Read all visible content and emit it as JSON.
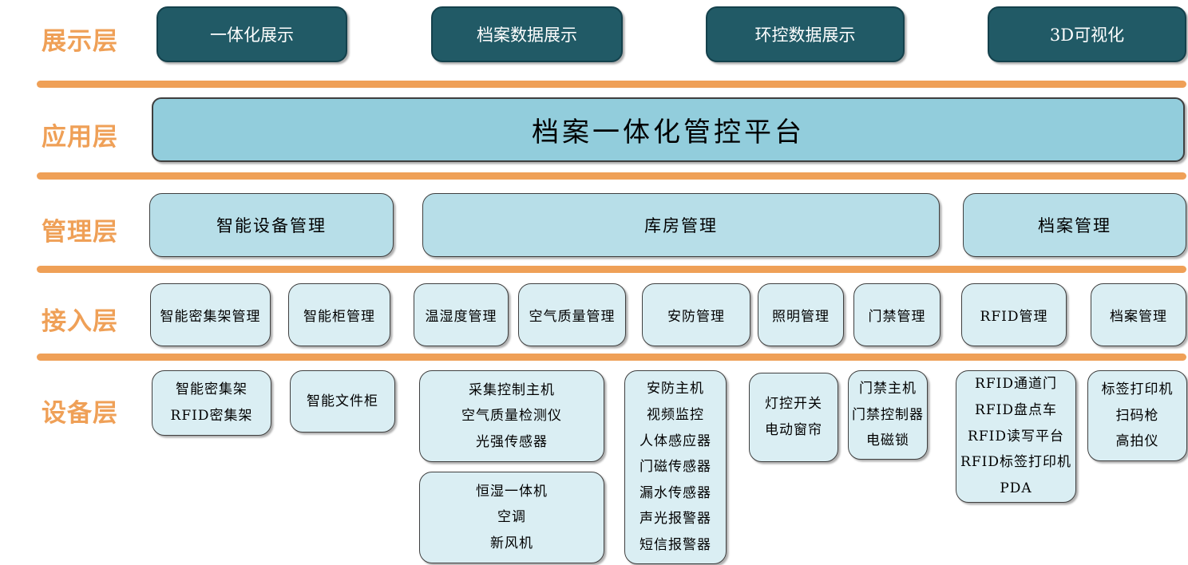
{
  "colors": {
    "orange": "#EFA057",
    "dark_teal": "#215A66",
    "app_blue": "#92CDDC",
    "mid_blue": "#B7DEE8",
    "light_blue": "#DAEEF3",
    "box_border": "#3F3F3F",
    "dark_text": "#FFFFFF",
    "light_text": "#000000"
  },
  "layers": [
    {
      "id": "display",
      "label": "展示层",
      "boxes": [
        {
          "text": "一体化展示"
        },
        {
          "text": "档案数据展示"
        },
        {
          "text": "环控数据展示"
        },
        {
          "text": "3D可视化"
        }
      ]
    },
    {
      "id": "application",
      "label": "应用层",
      "boxes": [
        {
          "text": "档案一体化管控平台"
        }
      ]
    },
    {
      "id": "management",
      "label": "管理层",
      "boxes": [
        {
          "text": "智能设备管理"
        },
        {
          "text": "库房管理"
        },
        {
          "text": "档案管理"
        }
      ]
    },
    {
      "id": "access",
      "label": "接入层",
      "boxes": [
        {
          "text": "智能密集架管理"
        },
        {
          "text": "智能柜管理"
        },
        {
          "text": "温湿度管理"
        },
        {
          "text": "空气质量管理"
        },
        {
          "text": "安防管理"
        },
        {
          "text": "照明管理"
        },
        {
          "text": "门禁管理"
        },
        {
          "text": "RFID管理"
        },
        {
          "text": "档案管理"
        }
      ]
    },
    {
      "id": "device",
      "label": "设备层",
      "boxes": [
        {
          "lines": [
            "智能密集架",
            "RFID密集架"
          ]
        },
        {
          "lines": [
            "智能文件柜"
          ]
        },
        {
          "lines": [
            "采集控制主机",
            "空气质量检测仪",
            "光强传感器"
          ]
        },
        {
          "lines": [
            "恒湿一体机",
            "空调",
            "新风机"
          ]
        },
        {
          "lines": [
            "安防主机",
            "视频监控",
            "人体感应器",
            "门磁传感器",
            "漏水传感器",
            "声光报警器",
            "短信报警器"
          ]
        },
        {
          "lines": [
            "灯控开关",
            "电动窗帘"
          ]
        },
        {
          "lines": [
            "门禁主机",
            "门禁控制器",
            "电磁锁"
          ]
        },
        {
          "lines": [
            "RFID通道门",
            "RFID盘点车",
            "RFID读写平台",
            "RFID标签打印机",
            "PDA"
          ]
        },
        {
          "lines": [
            "标签打印机",
            "扫码枪",
            "高拍仪"
          ]
        }
      ]
    }
  ]
}
